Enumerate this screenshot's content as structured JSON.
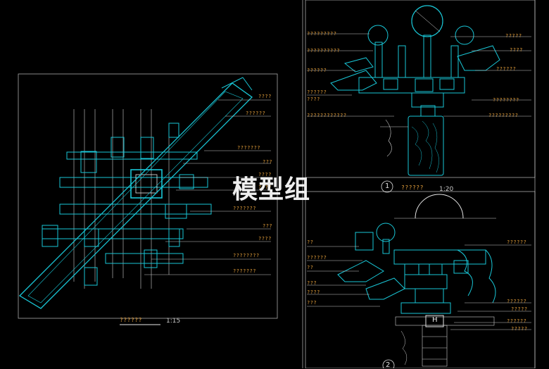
{
  "watermark": "模型组",
  "left_drawing": {
    "title": "??????",
    "scale": "1:15",
    "callouts": [
      "????",
      "??????",
      "???????",
      "???",
      "????",
      "????",
      "???????",
      "???",
      "????",
      "????????",
      "???????"
    ]
  },
  "top_right_drawing": {
    "number": "1",
    "title": "??????",
    "scale": "1:20",
    "callouts_left": [
      "?????????",
      "??????????",
      "??????",
      "??????",
      "????",
      "????????????"
    ],
    "callouts_right": [
      "?????",
      "????",
      "??????",
      "????????",
      "?????????"
    ]
  },
  "bottom_right_drawing": {
    "number": "2",
    "center_mark": "H",
    "callouts_left": [
      "??",
      "??????",
      "??",
      "???",
      "????",
      "???"
    ],
    "callouts_right": [
      "??????",
      "??????",
      "?????",
      "??????",
      "?????"
    ]
  },
  "colors": {
    "line": "#19c6d6",
    "frame": "#d8d8d8",
    "text": "#e8a23c",
    "background": "#000000"
  }
}
